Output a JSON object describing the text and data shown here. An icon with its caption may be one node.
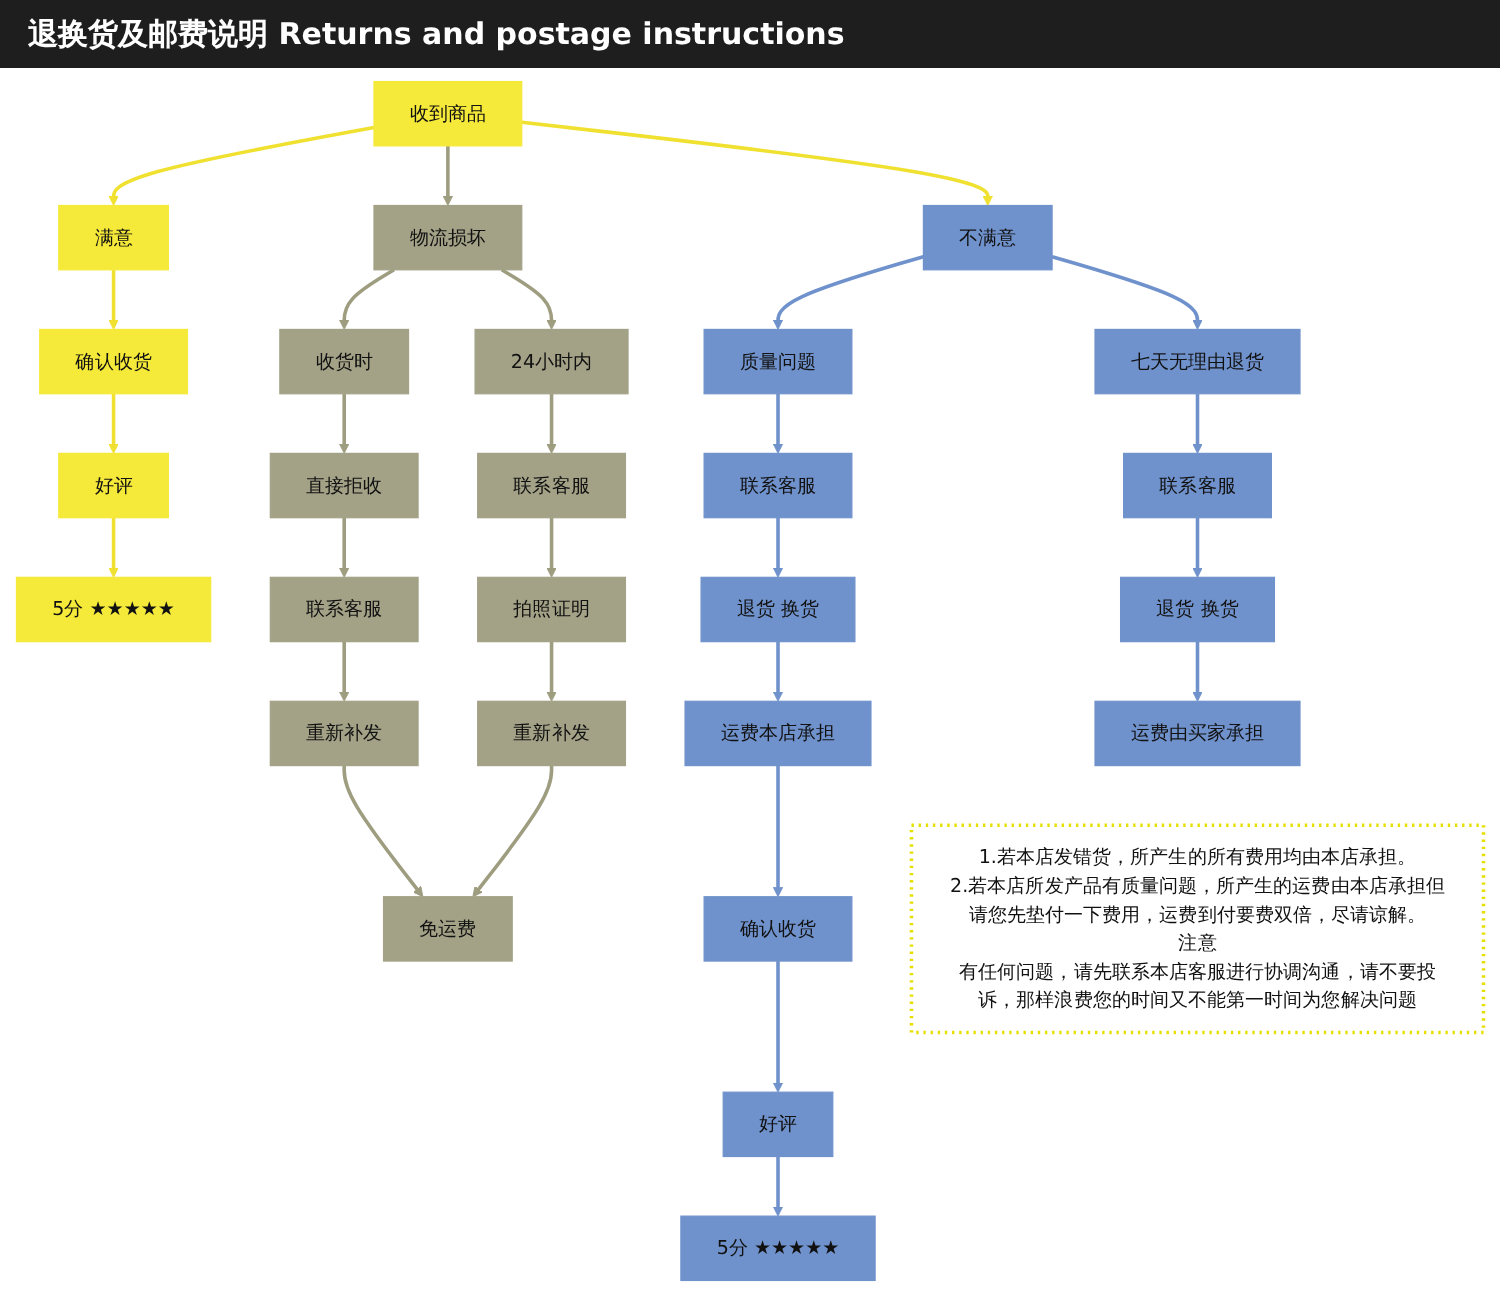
{
  "diagram": {
    "title": "退换货及邮费说明 Returns and postage instructions",
    "nodes": [
      {
        "text": [
          "收到商品"
        ]
      },
      {
        "text": [
          "满意"
        ]
      },
      {
        "text": [
          "确认收货"
        ]
      },
      {
        "text": [
          "好评"
        ]
      },
      {
        "text": [
          "5分 ★★★★★"
        ]
      },
      {
        "text": [
          "物流损坏"
        ]
      },
      {
        "text": [
          "不满意"
        ]
      },
      {
        "text": [
          "质量问题"
        ]
      },
      {
        "text": [
          "联系客服"
        ]
      },
      {
        "text": [
          "退货 换货"
        ]
      },
      {
        "text": [
          "收货时"
        ]
      },
      {
        "text": [
          "24小时内"
        ]
      },
      {
        "text": [
          "直接拒收"
        ]
      },
      {
        "text": [
          "联系客服"
        ]
      },
      {
        "text": [
          "联系客服"
        ]
      },
      {
        "text": [
          "拍照证明"
        ]
      },
      {
        "text": [
          "重新补发"
        ]
      },
      {
        "text": [
          "重新补发"
        ]
      },
      {
        "text": [
          "免运费"
        ]
      },
      {
        "text": [
          "七天无理由退货"
        ]
      },
      {
        "text": [
          "联系客服"
        ]
      },
      {
        "text": [
          "退货 换货"
        ]
      },
      {
        "text": [
          "运费由买家承担"
        ]
      },
      {
        "text": [
          "运费本店承担"
        ]
      },
      {
        "text": [
          "确认收货"
        ]
      },
      {
        "text": [
          "好评"
        ]
      },
      {
        "text": [
          "5分 ★★★★★"
        ]
      },
      {
        "text": [
          "1.若本店发错货，所产生的所有费用均由本店承担。",
          "2.若本店所发产品有质量问题，所产生的运费由本店承担但请您先垫付一下费用，运费到付要费双倍，尽请谅解。",
          "注意",
          "有任何问题，请先联系本店客服进行协调沟通，请不要投诉，那样浪费您的时间又不能第一时间为您解决问题"
        ]
      }
    ],
    "edges": [
      {
        "from": 0,
        "to": 1,
        "arrow": "to",
        "color": "#f0e130"
      },
      {
        "from": 0,
        "to": 6,
        "arrow": "to",
        "color": "#f0e130"
      },
      {
        "from": 0,
        "to": 5,
        "arrow": "to",
        "color": "#9e9d80"
      },
      {
        "from": 1,
        "to": 2,
        "arrow": "to",
        "color": "#f0e130"
      },
      {
        "from": 2,
        "to": 3,
        "arrow": "to",
        "color": "#f0e130"
      },
      {
        "from": 3,
        "to": 4,
        "arrow": "to",
        "color": "#f0e130"
      },
      {
        "from": 6,
        "to": 7,
        "arrow": "to"
      },
      {
        "from": 7,
        "to": 8,
        "arrow": "to"
      },
      {
        "from": 8,
        "to": 9,
        "arrow": "to"
      },
      {
        "from": 5,
        "to": 10,
        "arrow": "to",
        "color": "#9e9d80"
      },
      {
        "from": 5,
        "to": 11,
        "arrow": "to",
        "color": "#9e9d80"
      },
      {
        "from": 10,
        "to": 12,
        "arrow": "to",
        "color": "#9e9d80"
      },
      {
        "from": 12,
        "to": 14,
        "arrow": "to",
        "color": "#9e9d80"
      },
      {
        "from": 14,
        "to": 16,
        "arrow": "to",
        "color": "#9e9d80"
      },
      {
        "from": 16,
        "to": 18,
        "arrow": "to",
        "color": "#9e9d80"
      },
      {
        "from": 11,
        "to": 13,
        "arrow": "to",
        "color": "#9e9d80"
      },
      {
        "from": 13,
        "to": 15,
        "arrow": "to",
        "color": "#9e9d80"
      },
      {
        "from": 15,
        "to": 17,
        "arrow": "to",
        "color": "#9e9d80"
      },
      {
        "from": 17,
        "to": 18,
        "arrow": "to",
        "color": "#9e9d80"
      },
      {
        "from": 6,
        "to": 19,
        "arrow": "to"
      },
      {
        "from": 19,
        "to": 20,
        "arrow": "to"
      },
      {
        "from": 20,
        "to": 21,
        "arrow": "to"
      },
      {
        "from": 21,
        "to": 22,
        "arrow": "to"
      },
      {
        "from": 9,
        "to": 23,
        "arrow": "to"
      },
      {
        "from": 23,
        "to": 24,
        "arrow": "to"
      },
      {
        "from": 24,
        "to": 25,
        "arrow": "to"
      },
      {
        "from": 25,
        "to": 26,
        "arrow": "to"
      }
    ]
  }
}
